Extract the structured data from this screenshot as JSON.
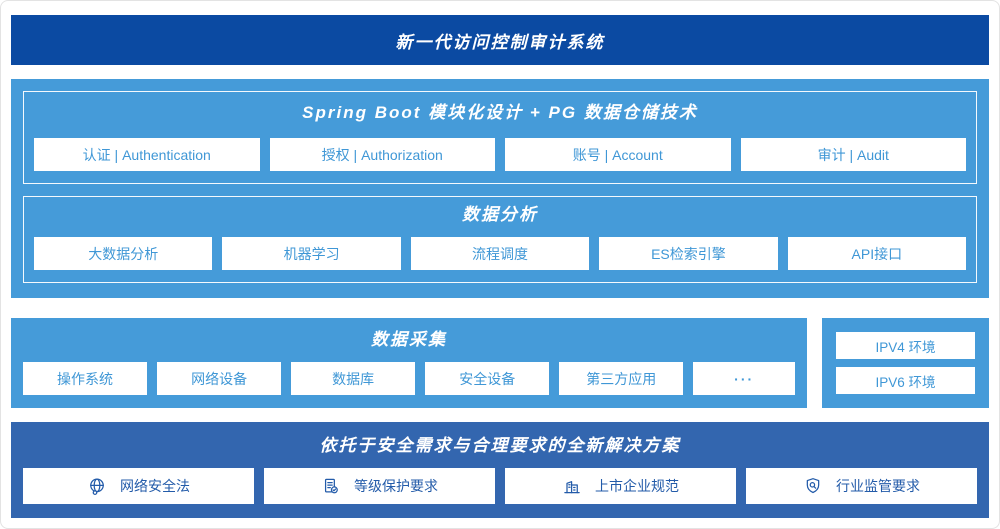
{
  "page": {
    "title": "新一代访问控制审计系统"
  },
  "platform": {
    "modules_section": {
      "title": "Spring Boot 模块化设计 + PG 数据仓储技术",
      "items": [
        "认证 | Authentication",
        "授权 | Authorization",
        "账号 | Account",
        "审计 | Audit"
      ]
    },
    "analysis_section": {
      "title": "数据分析",
      "items": [
        "大数据分析",
        "机器学习",
        "流程调度",
        "ES检索引擎",
        "API接口"
      ]
    }
  },
  "collection_section": {
    "title": "数据采集",
    "items": [
      "操作系统",
      "网络设备",
      "数据库",
      "安全设备",
      "第三方应用",
      "···"
    ]
  },
  "network_env": {
    "items": [
      "IPV4 环境",
      "IPV6 环境"
    ]
  },
  "solution_section": {
    "title": "依托于安全需求与合理要求的全新解决方案",
    "items": [
      {
        "icon": "globe-icon",
        "label": "网络安全法"
      },
      {
        "icon": "document-check-icon",
        "label": "等级保护要求"
      },
      {
        "icon": "building-icon",
        "label": "上市企业规范"
      },
      {
        "icon": "shield-search-icon",
        "label": "行业监管要求"
      }
    ]
  },
  "colors": {
    "header_blue": "#0b4aa2",
    "light_blue": "#459bd9",
    "solution_blue": "#3366af",
    "text_light": "#3f97d6",
    "text_dark": "#235ba9"
  }
}
